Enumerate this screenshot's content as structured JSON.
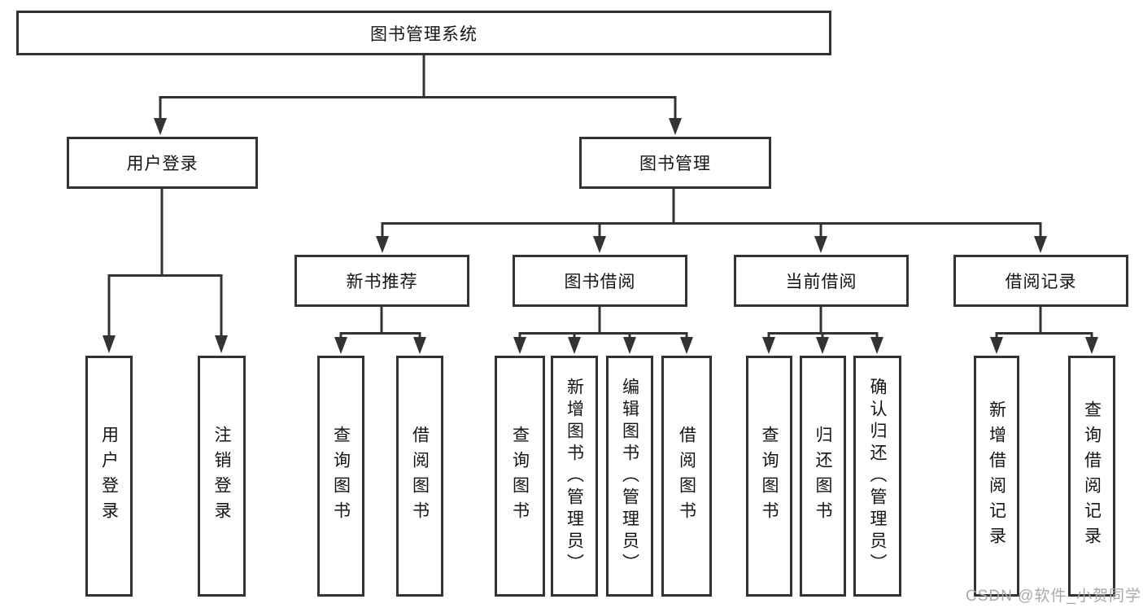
{
  "diagram_title": "图书管理系统",
  "watermark": "CSDN @软件_小贺同学",
  "colors": {
    "line": "#333333",
    "box_border": "#333333",
    "box_background": "#ffffff",
    "text": "#141414",
    "watermark": "#a8a8a8"
  },
  "tree": {
    "root": {
      "label": "图书管理系统"
    },
    "branches": [
      {
        "label": "用户登录",
        "leaves": [
          {
            "label": "用户登录"
          },
          {
            "label": "注销登录"
          }
        ]
      },
      {
        "label": "图书管理",
        "children": [
          {
            "label": "新书推荐",
            "leaves": [
              {
                "label": "查询图书"
              },
              {
                "label": "借阅图书"
              }
            ]
          },
          {
            "label": "图书借阅",
            "leaves": [
              {
                "label": "查询图书"
              },
              {
                "label": "新增图书（管理员）"
              },
              {
                "label": "编辑图书（管理员）"
              },
              {
                "label": "借阅图书"
              }
            ]
          },
          {
            "label": "当前借阅",
            "leaves": [
              {
                "label": "查询图书"
              },
              {
                "label": "归还图书"
              },
              {
                "label": "确认归还（管理员）"
              }
            ]
          },
          {
            "label": "借阅记录",
            "leaves": [
              {
                "label": "新增借阅记录"
              },
              {
                "label": "查询借阅记录"
              }
            ]
          }
        ]
      }
    ]
  }
}
